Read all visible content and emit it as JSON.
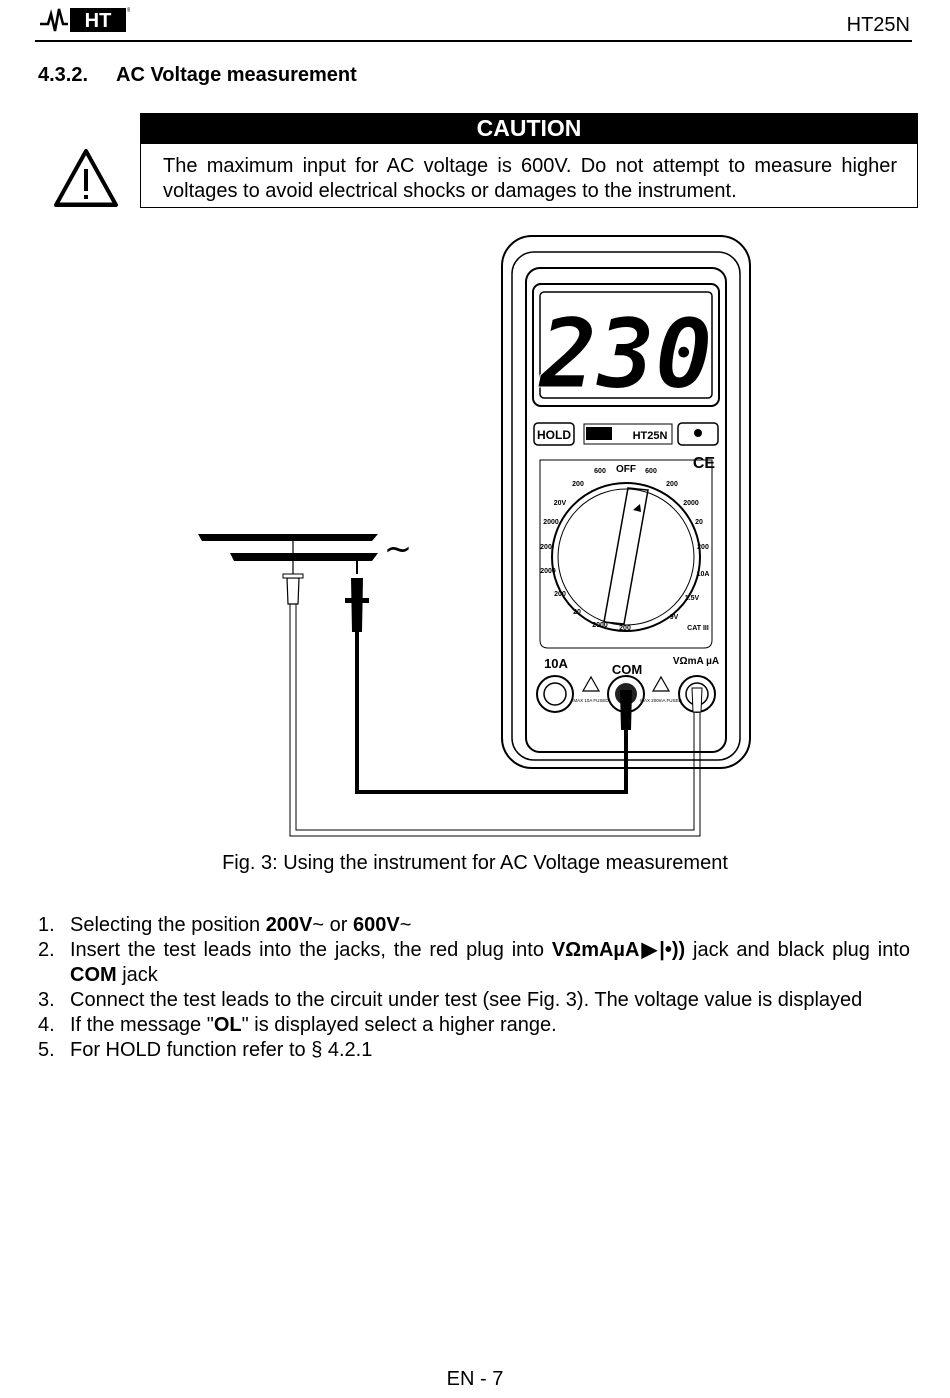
{
  "header": {
    "logo_text": "HT",
    "model": "HT25N"
  },
  "section": {
    "number": "4.3.2.",
    "title": "AC Voltage measurement"
  },
  "caution": {
    "title": "CAUTION",
    "text": "The maximum input for AC voltage is 600V. Do not attempt to measure higher voltages to avoid electrical shocks or damages to the instrument."
  },
  "figure": {
    "display_value": "230",
    "hold_label": "HOLD",
    "brand_model": "HT25N",
    "ce_mark": "CE",
    "ac_symbol": "~",
    "dial": {
      "off": "OFF",
      "positions": [
        "600 V⎓",
        "200 V⎓",
        "20V⎓",
        "2000 mV⎓",
        "200 mV⎓",
        "2000 kΩ",
        "200 kΩ",
        "20 kΩ",
        "2000 Ω",
        "200 Ω",
        "600 V~",
        "200 V~",
        "2000 µA⎓",
        "20 mA⎓",
        "200 mA⎓",
        "10A",
        "1.5V BATTERY",
        "9V",
        "CAT III 600V"
      ]
    },
    "jacks": {
      "left": "10A",
      "center": "COM",
      "right": "VΩmA µA"
    },
    "warn_left": "MAX 10A FUSED",
    "warn_right": "MAX 200mA FUSED",
    "caption": "Fig. 3: Using the instrument for AC Voltage measurement"
  },
  "steps": [
    {
      "n": "1.",
      "parts": [
        {
          "t": "Selecting the position "
        },
        {
          "t": "200V",
          "b": true
        },
        {
          "t": "~ or "
        },
        {
          "t": "600V",
          "b": true
        },
        {
          "t": "~"
        }
      ]
    },
    {
      "n": "2.",
      "parts": [
        {
          "t": "Insert the test leads into the jacks, the red plug into "
        },
        {
          "t": "VΩmAµA",
          "b": true
        },
        {
          "t": "▶|•))",
          "b": true
        },
        {
          "t": " jack and black plug into "
        },
        {
          "t": "COM",
          "b": true
        },
        {
          "t": " jack"
        }
      ]
    },
    {
      "n": "3.",
      "parts": [
        {
          "t": "Connect the test leads to the circuit under test (see Fig. 3). The voltage value is displayed"
        }
      ]
    },
    {
      "n": "4.",
      "parts": [
        {
          "t": "If the message \""
        },
        {
          "t": "OL",
          "b": true
        },
        {
          "t": "\" is displayed select a higher range."
        }
      ]
    },
    {
      "n": "5.",
      "parts": [
        {
          "t": "For HOLD function refer to § 4.2.1"
        }
      ]
    }
  ],
  "footer": {
    "page": "EN - 7"
  }
}
